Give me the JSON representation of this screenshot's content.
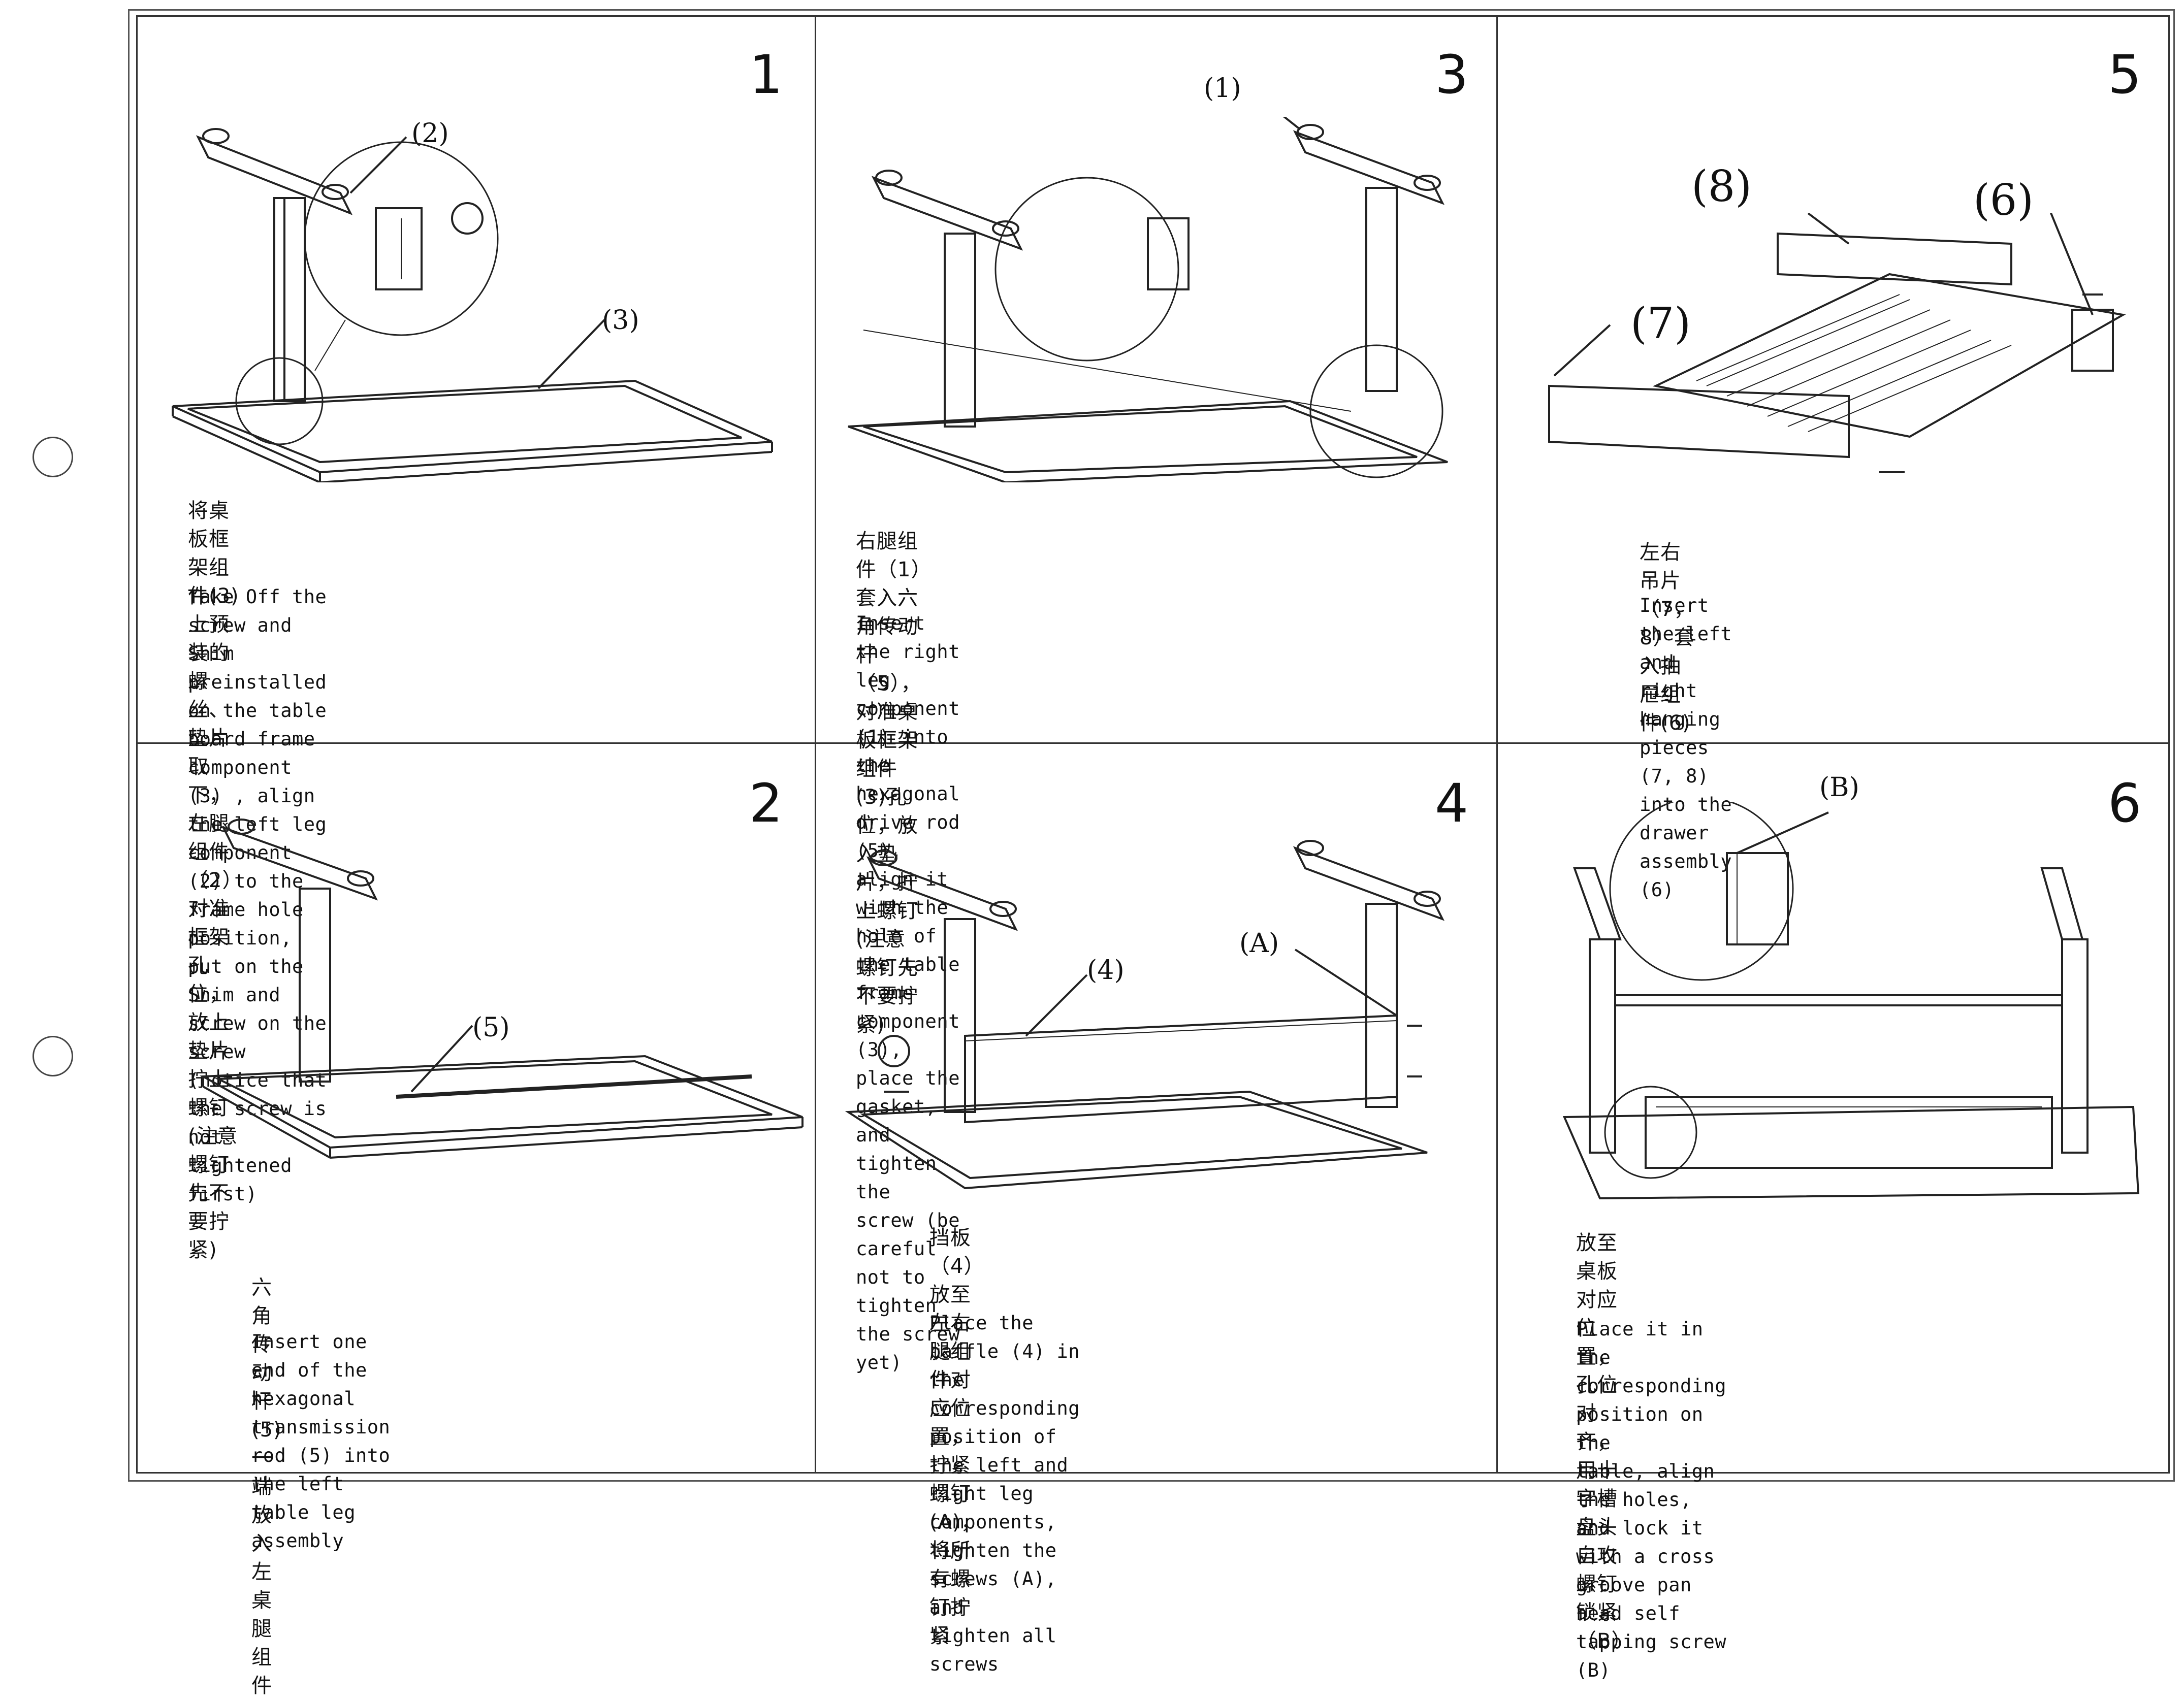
{
  "steps": [
    {
      "number": "1",
      "callouts": [
        "(2)",
        "(3)"
      ],
      "zh": "将桌板框架组件(3)上预装的螺丝、垫片取下，左腿组件（2）\n对准框架孔位，放上垫片拧上螺钉(注意螺钉先不要拧紧)",
      "en": "Take Off the screw and Shim preinstalled on the table\nboard frame component (3) , align the left leg\ncomponent (2) to the frame hole position, put on the\nShim and screw on the screw (notice that the screw is\nnot tightened first)"
    },
    {
      "number": "2",
      "callouts": [
        "(5)"
      ],
      "zh": "六角传动杆(5)一端放入左桌腿组件",
      "en": "Insert one end of the hexagonal transmission\nrod (5) into the left table leg assembly"
    },
    {
      "number": "3",
      "callouts": [
        "(1)"
      ],
      "zh": "右腿组件（1）套入六角传动杆（5），对准桌板框架组件(3)孔\n位，放入垫片，拧上螺钉(注意螺钉先不要拧紧)",
      "en": "Insert the right leg component (1) into the hexagonal\ndrive rod (5), align it with the hole of the table\nframe component (3), place the gasket, and tighten the\nscrew (be careful not to tighten the screw yet)"
    },
    {
      "number": "4",
      "callouts": [
        "(A)",
        "(4)"
      ],
      "zh": "挡板（4）放至左右腿组件对应位置，拧紧螺钉\n(A)，将所有螺钉拧紧",
      "en": "Place the baffle (4) in the corresponding\nposition of the left and right leg\ncomponents, tighten the screws (A), and\ntighten all screws"
    },
    {
      "number": "5",
      "callouts": [
        "(8)",
        "(6)",
        "(7)"
      ],
      "zh": "左右吊片（7，8）套入抽屉组件(6)",
      "en": "Insert the left and right hanging pieces\n(7, 8) into the drawer assembly (6)"
    },
    {
      "number": "6",
      "callouts": [
        "(B)"
      ],
      "zh": "放至桌板对应位置，孔位对齐，用十字槽盘头自攻螺钉\n锁紧（B）",
      "en": "Place it in the corresponding position on the\ntable, align the holes, and lock it with a cross\ngroove pan head self tapping screw (B)"
    }
  ]
}
